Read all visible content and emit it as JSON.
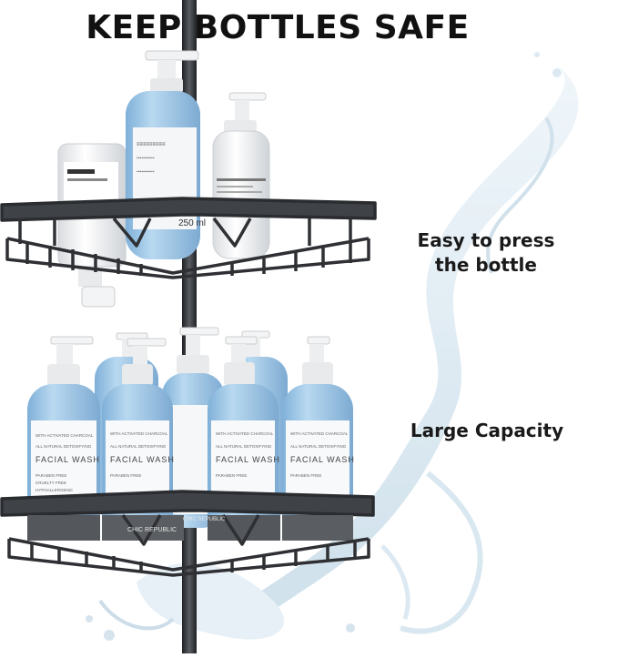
{
  "headline": "KEEP BOTTLES SAFE",
  "callouts": {
    "press_line1": "Easy to press",
    "press_line2": "the bottle",
    "capacity": "Large Capacity"
  },
  "product_labels": {
    "product_name": "FACIAL WASH",
    "tagline": "ALL NATURAL DETOXIFYING",
    "ingredient": "WITH ACTIVATED CHARCOAL",
    "claim1": "PARABEN FREE",
    "claim2": "CRUELTY FREE",
    "claim3": "HYPOALLERGENIC",
    "brand": "CHIC REPUBLIC",
    "volume": "250 ml"
  },
  "colors": {
    "pole": "#3a3c40",
    "metal": "#2e3034",
    "bottle_blue": "#a9cde9",
    "water": "#d9e7f0",
    "headline": "#111111"
  }
}
